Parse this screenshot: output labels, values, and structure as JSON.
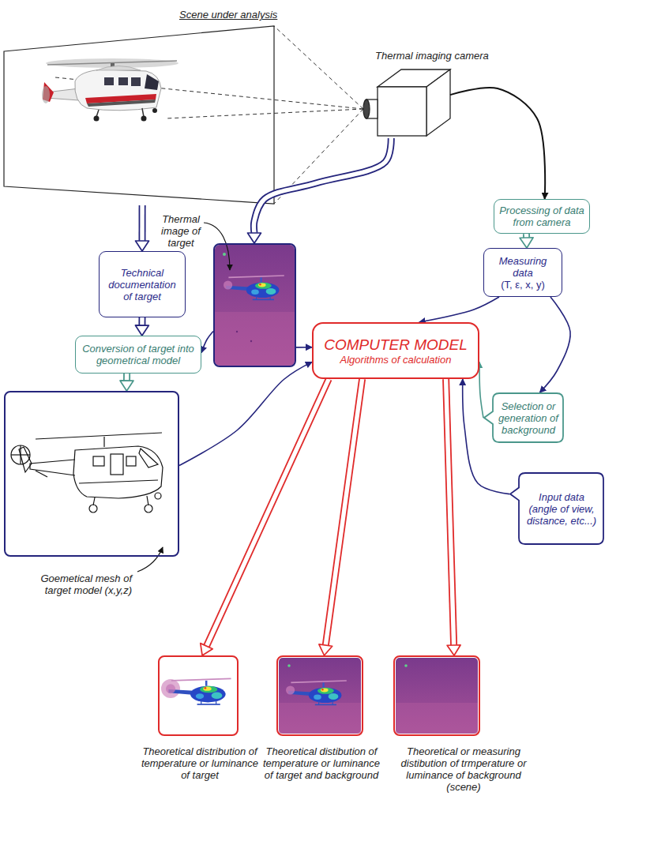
{
  "diagram": {
    "nodes": [
      {
        "text": [
          "Scene under analysis"
        ]
      },
      {
        "text": [
          "Thermal imaging camera"
        ]
      },
      {
        "text": [
          "Technical documentation of target"
        ]
      },
      {
        "text": [
          "Thermal image of target"
        ]
      },
      {
        "text": [
          "Processing of data from camera"
        ]
      },
      {
        "text": [
          "Measuring data",
          "(T, ε, x, y)"
        ]
      },
      {
        "text": [
          "Conversion of target into geometrical model"
        ]
      },
      {
        "text": [
          "Goemetical mesh of target model (x,y,z)"
        ]
      },
      {
        "text": [
          "COMPUTER MODEL",
          "Algorithms of calculation"
        ]
      },
      {
        "text": [
          "Selection or generation of background"
        ]
      },
      {
        "text": [
          "Input data",
          "(angle of view, distance, etc...)"
        ]
      },
      {
        "text": [
          "Theoretical distribution of temperature or luminance of target"
        ]
      },
      {
        "text": [
          "Theoretical distibution of temperature or luminance of target and background"
        ]
      },
      {
        "text": [
          "Theoretical or measuring distibution of trmperature or luminance of background (scene)"
        ]
      }
    ],
    "edges": [
      {
        "from": 0,
        "to": 2,
        "arrow": "to"
      },
      {
        "from": 1,
        "to": 3,
        "arrow": "to"
      },
      {
        "from": 1,
        "to": 4,
        "arrow": "to"
      },
      {
        "from": 2,
        "to": 6,
        "arrow": "to"
      },
      {
        "from": 3,
        "to": 6,
        "arrow": "to"
      },
      {
        "from": 3,
        "to": 8,
        "arrow": "to"
      },
      {
        "from": 4,
        "to": 5,
        "arrow": "to"
      },
      {
        "from": 5,
        "to": 8,
        "arrow": "to"
      },
      {
        "from": 5,
        "to": 9,
        "arrow": "to"
      },
      {
        "from": 6,
        "to": 7,
        "arrow": "to"
      },
      {
        "from": 7,
        "to": 8,
        "arrow": "to"
      },
      {
        "from": 8,
        "to": 11,
        "arrow": "to"
      },
      {
        "from": 8,
        "to": 12,
        "arrow": "to"
      },
      {
        "from": 8,
        "to": 13,
        "arrow": "to"
      },
      {
        "from": 9,
        "to": 8,
        "arrow": "to"
      },
      {
        "from": 10,
        "to": 8,
        "arrow": "to"
      }
    ]
  }
}
